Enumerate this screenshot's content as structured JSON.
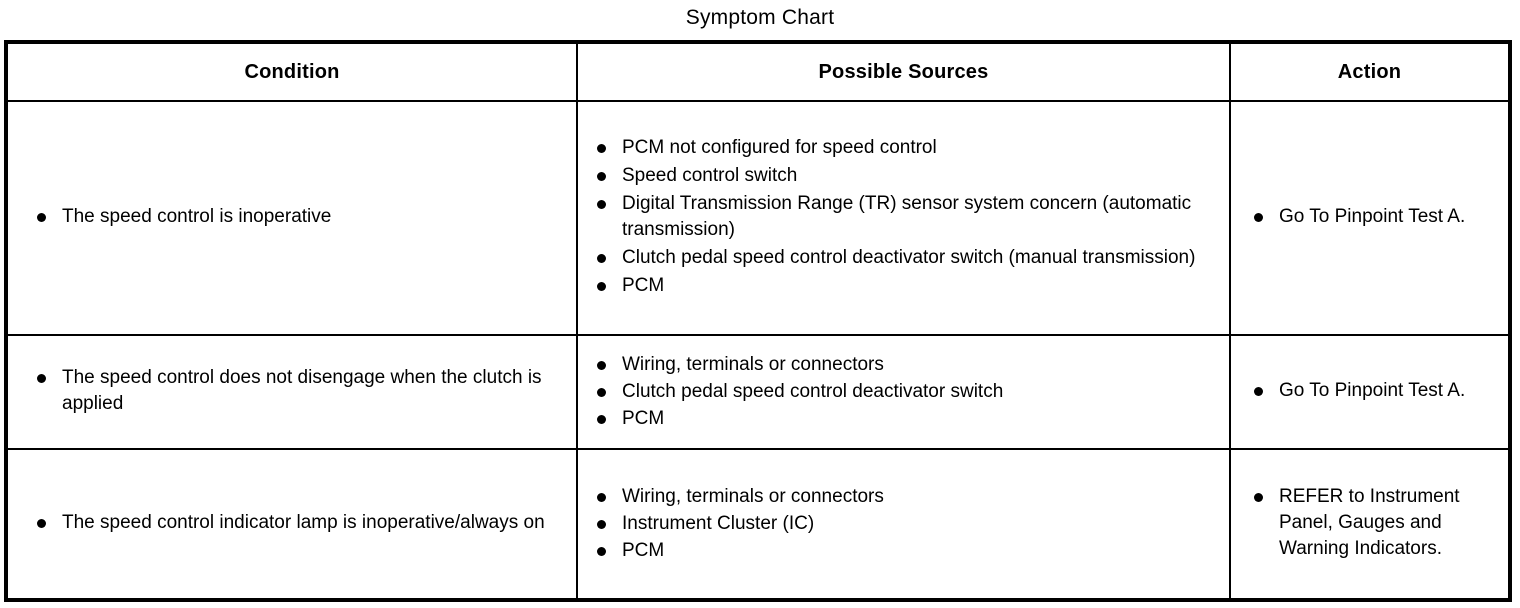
{
  "title": "Symptom Chart",
  "table": {
    "headers": [
      "Condition",
      "Possible Sources",
      "Action"
    ],
    "rows": [
      {
        "condition": [
          "The speed control is inoperative"
        ],
        "sources": [
          "PCM not configured for speed control",
          "Speed control switch",
          "Digital Transmission Range (TR) sensor system concern (automatic transmission)",
          "Clutch pedal speed control deactivator switch (manual transmission)",
          "PCM"
        ],
        "action": [
          "Go To Pinpoint Test A."
        ]
      },
      {
        "condition": [
          "The speed control does not disengage when the clutch is applied"
        ],
        "sources": [
          "Wiring, terminals or connectors",
          "Clutch pedal speed control deactivator switch",
          "PCM"
        ],
        "action": [
          "Go To Pinpoint Test A."
        ]
      },
      {
        "condition": [
          "The speed control indicator lamp is inoperative/always on"
        ],
        "sources": [
          "Wiring, terminals or connectors",
          "Instrument Cluster (IC)",
          "PCM"
        ],
        "action": [
          "REFER to Instrument Panel, Gauges and Warning Indicators."
        ]
      }
    ]
  },
  "colors": {
    "background": "#ffffff",
    "text": "#000000",
    "border": "#000000"
  }
}
